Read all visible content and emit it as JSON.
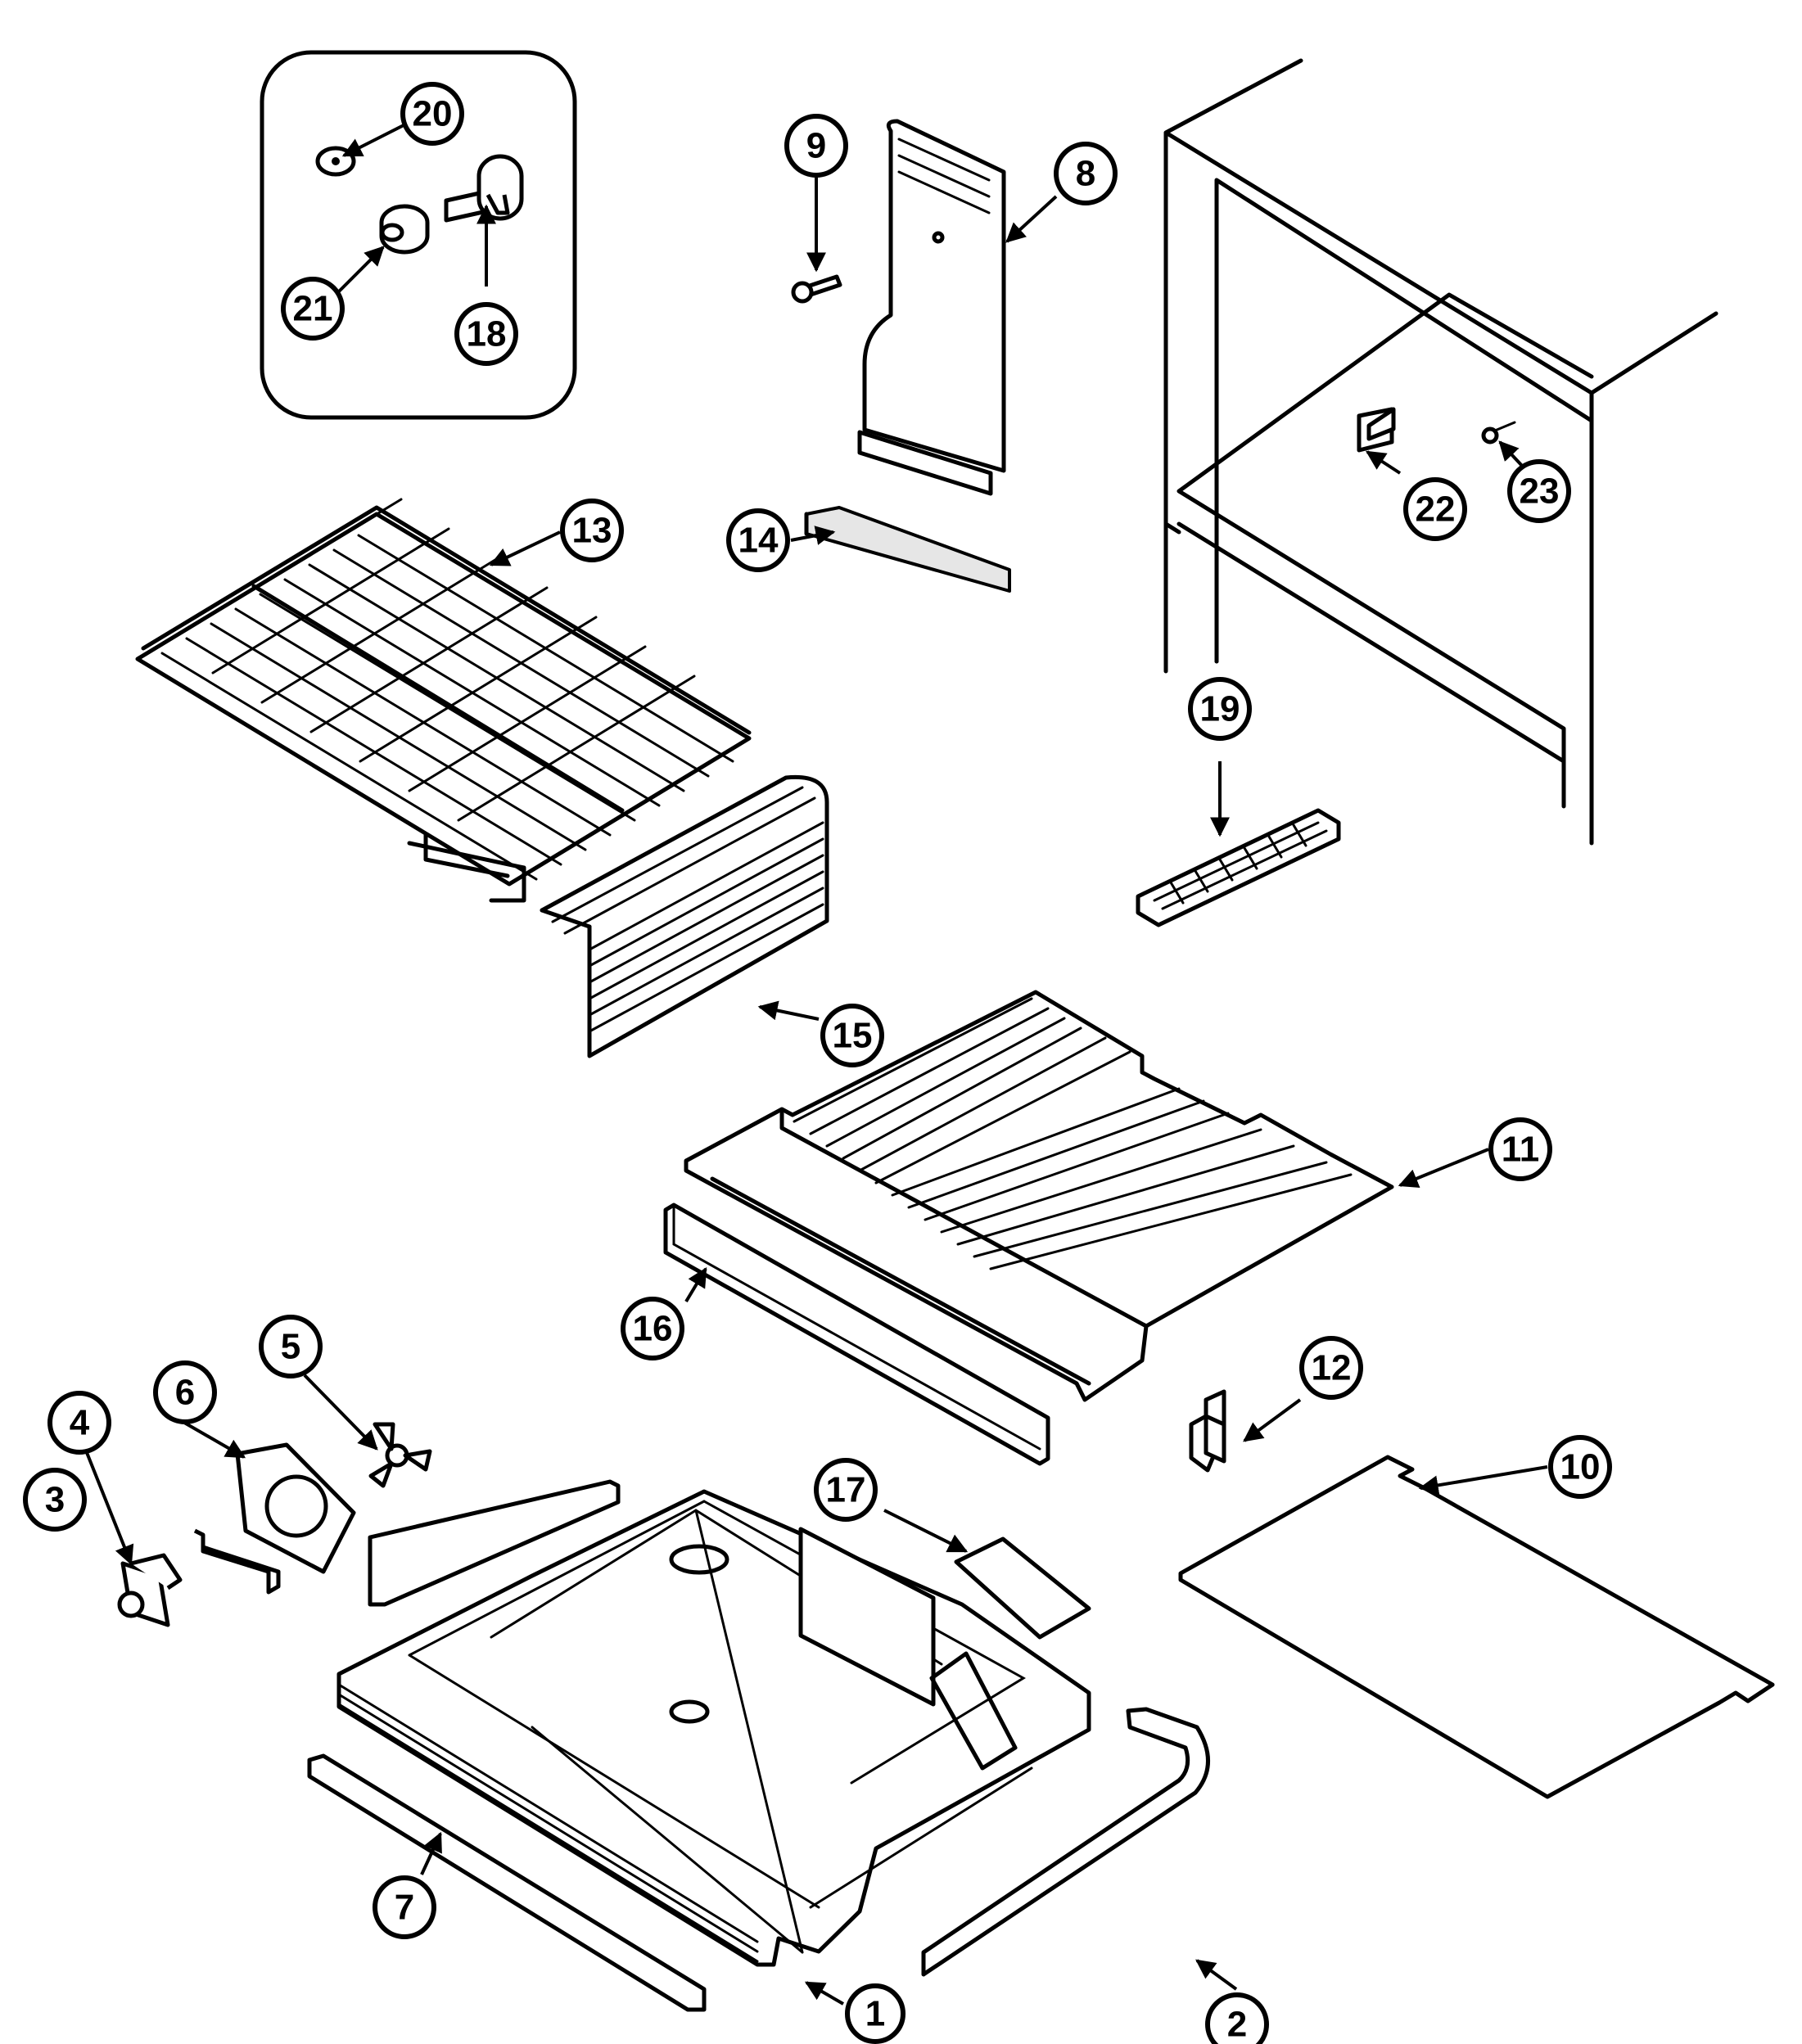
{
  "callouts": [
    "20",
    "21",
    "18",
    "9",
    "8",
    "13",
    "14",
    "22",
    "23",
    "19",
    "15",
    "11",
    "16",
    "5",
    "6",
    "4",
    "3",
    "12",
    "17",
    "10",
    "2",
    "7",
    "1"
  ]
}
